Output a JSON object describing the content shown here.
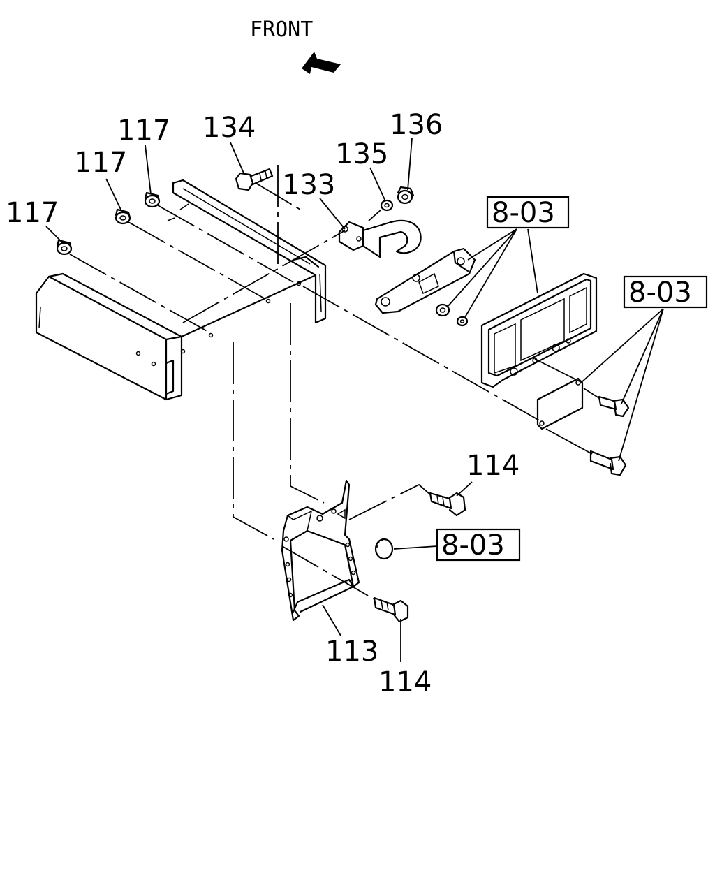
{
  "orientation": {
    "label": "FRONT",
    "arrow_icon": "front-arrow-icon"
  },
  "callouts": {
    "c117a": "117",
    "c117b": "117",
    "c117c": "117",
    "c134": "134",
    "c133": "133",
    "c135": "135",
    "c136": "136",
    "c114a": "114",
    "c114b": "114",
    "c113": "113"
  },
  "references": {
    "ref1": "8-03",
    "ref2": "8-03",
    "ref3": "8-03"
  }
}
